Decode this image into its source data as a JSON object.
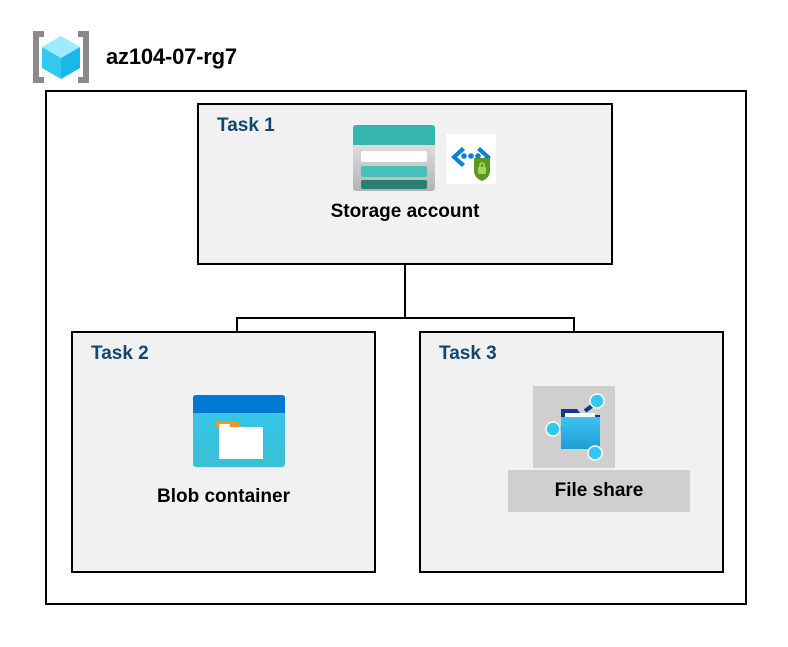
{
  "header": {
    "title": "az104-07-rg7",
    "icon": "resource-group-icon"
  },
  "diagram": {
    "container_name": "az104-07-rg7",
    "tasks": [
      {
        "id": "task1",
        "label": "Task 1",
        "node_label": "Storage account",
        "icons": [
          "storage-account-icon",
          "secure-code-shield-icon"
        ]
      },
      {
        "id": "task2",
        "label": "Task 2",
        "node_label": "Blob container",
        "icons": [
          "blob-container-icon"
        ]
      },
      {
        "id": "task3",
        "label": "Task 3",
        "node_label": "File share",
        "icons": [
          "file-share-icon"
        ]
      }
    ],
    "connections": [
      {
        "from": "Storage account",
        "to": "Blob container"
      },
      {
        "from": "Storage account",
        "to": "File share"
      }
    ]
  },
  "colors": {
    "box_border": "#000000",
    "box_fill": "#f1f1f1",
    "page_background": "#ffffff",
    "task_label": "#13476e",
    "node_label": "#000000",
    "selection_highlight": "#cfcfcf",
    "storage_teal": "#34b6ae",
    "storage_teal_dark": "#2a8077",
    "blob_blue": "#0078d4",
    "blob_cyan": "#32c8f0",
    "blob_orange": "#f7941e",
    "shield_green": "#5e9624",
    "code_blue": "#0078d4",
    "cube_cyan": "#50e6ff",
    "bracket_gray": "#8a8a8a"
  }
}
